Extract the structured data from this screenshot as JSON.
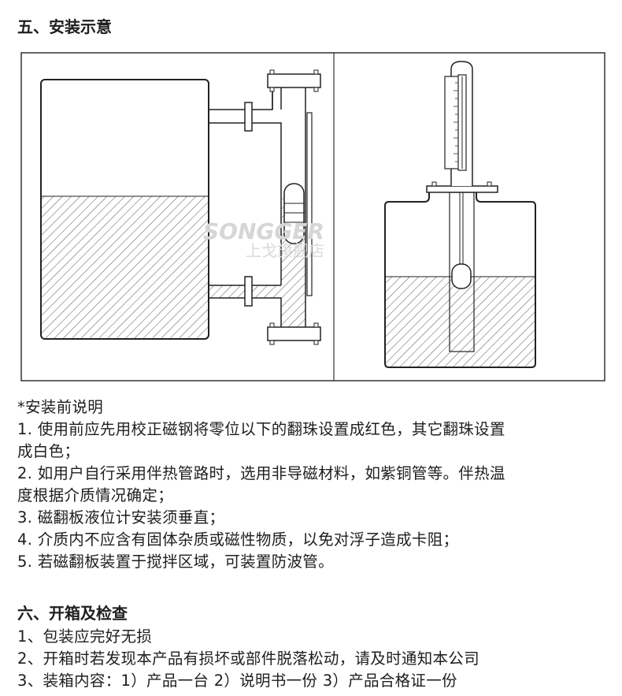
{
  "section5": {
    "title": "五、安装示意",
    "watermark": {
      "brand": "SONGGER",
      "store": "上戈旗舰店"
    },
    "notes_heading": "*安装前说明",
    "notes": [
      "1. 使用前应先用校正磁钢将零位以下的翻珠设置成红色，其它翻珠设置",
      "成白色；",
      "2. 如用户自行采用伴热管路时，选用非导磁材料，如紫铜管等。伴热温",
      "度根据介质情况确定；",
      "3. 磁翻板液位计安装须垂直；",
      "4. 介质内不应含有固体杂质或磁性物质，以免对浮子造成卡阻；",
      "5. 若磁翻板装置于搅拌区域，可装置防波管。"
    ]
  },
  "section6": {
    "title": "六、开箱及检查",
    "items": [
      "1、包装应完好无损",
      "2、开箱时若发现本产品有损坏或部件脱落松动，请及时通知本公司",
      "3、装箱内容：1）产品一台 2）说明书一份 3）产品合格证一份"
    ]
  }
}
